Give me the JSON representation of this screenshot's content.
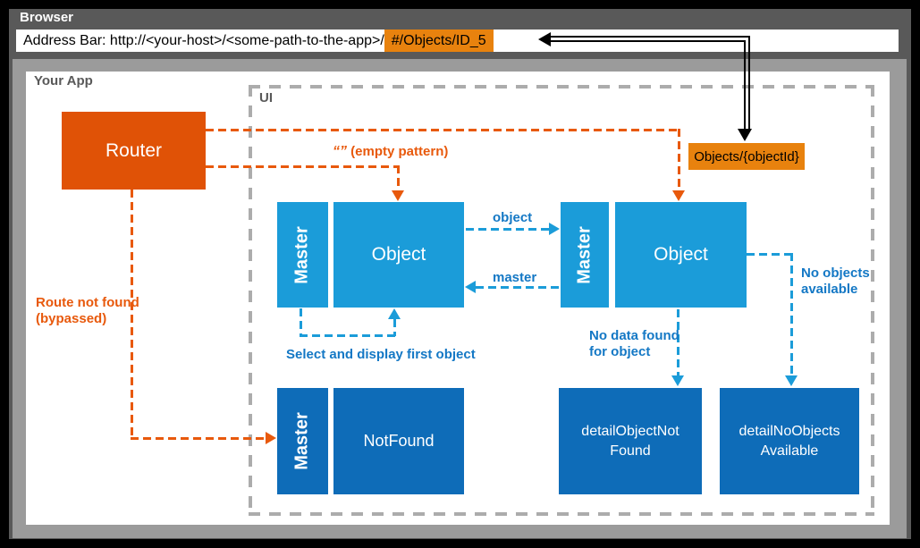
{
  "colors": {
    "frame_black": "#000000",
    "browser_bg": "#595959",
    "app_border": "#9B9B9B",
    "ui_border": "#ACACAC",
    "gray_text": "#595959",
    "router_orange": "#E05206",
    "highlight_orange": "#E8820E",
    "orange_line": "#E8590C",
    "light_blue": "#1B9CD9",
    "dark_blue": "#0E6CB8",
    "blue_line": "#1B9CD9",
    "blue_label": "#1478C5"
  },
  "browser": {
    "title": "Browser",
    "address_prefix": "Address Bar: http://<your-host>/<some-path-to-the-app>/",
    "address_highlight": "#/Objects/ID_5"
  },
  "app": {
    "title": "Your App",
    "router": "Router"
  },
  "ui": {
    "title": "UI",
    "route_pattern": "Objects/{objectId}",
    "top_master_left": "Master",
    "top_object_left": "Object",
    "top_master_right": "Master",
    "top_object_right": "Object",
    "bottom_master": "Master",
    "not_found": "NotFound",
    "detail_object_not_found": {
      "line1": "detailObjectNot",
      "line2": "Found"
    },
    "detail_no_objects": {
      "line1": "detailNoObjects",
      "line2": "Available"
    }
  },
  "labels": {
    "empty_pattern_quotes": "“”",
    "empty_pattern": "(empty pattern)",
    "object": "object",
    "master": "master",
    "select_first": "Select and display first object",
    "route_not_found_1": "Route not found",
    "route_not_found_2": "(bypassed)",
    "no_data_1": "No data found",
    "no_data_2": "for object",
    "no_objects_1": "No objects",
    "no_objects_2": "available"
  }
}
